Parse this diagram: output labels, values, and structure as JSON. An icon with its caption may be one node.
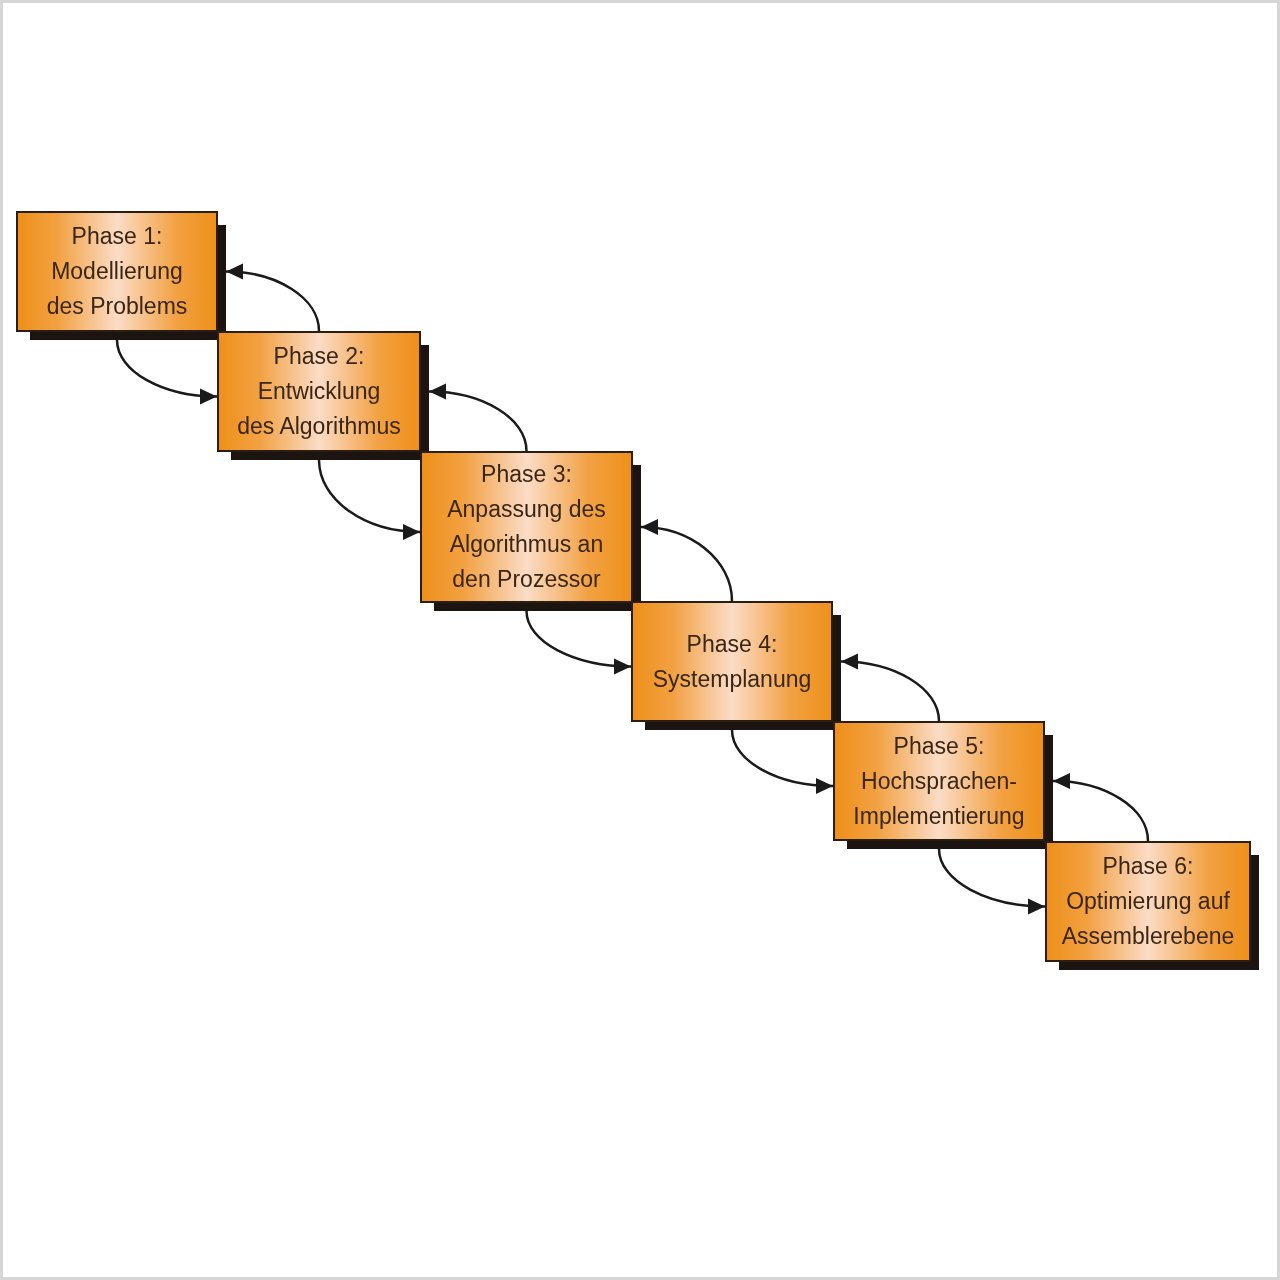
{
  "diagram": {
    "nodes": [
      {
        "text": [
          "Phase 1:",
          "Modellierung des Problems"
        ]
      },
      {
        "text": [
          "Phase 2:",
          "Entwicklung des Algorithmus"
        ]
      },
      {
        "text": [
          "Phase 3:",
          "Anpassung des Algorithmus an den Prozessor"
        ]
      },
      {
        "text": [
          "Phase 4:",
          "Systemplanung"
        ]
      },
      {
        "text": [
          "Phase 5:",
          "Hochsprachen-Implementierung"
        ]
      },
      {
        "text": [
          "Phase 6:",
          "Optimierung auf Assemblerebene"
        ]
      }
    ],
    "edges": [
      {
        "from": 0,
        "to": 1,
        "arrow": "to"
      },
      {
        "from": 1,
        "to": 0,
        "arrow": "to"
      },
      {
        "from": 1,
        "to": 2,
        "arrow": "to"
      },
      {
        "from": 2,
        "to": 1,
        "arrow": "to"
      },
      {
        "from": 2,
        "to": 3,
        "arrow": "to"
      },
      {
        "from": 3,
        "to": 2,
        "arrow": "to"
      },
      {
        "from": 3,
        "to": 4,
        "arrow": "to"
      },
      {
        "from": 4,
        "to": 3,
        "arrow": "to"
      },
      {
        "from": 4,
        "to": 5,
        "arrow": "to"
      },
      {
        "from": 5,
        "to": 4,
        "arrow": "to"
      }
    ]
  }
}
